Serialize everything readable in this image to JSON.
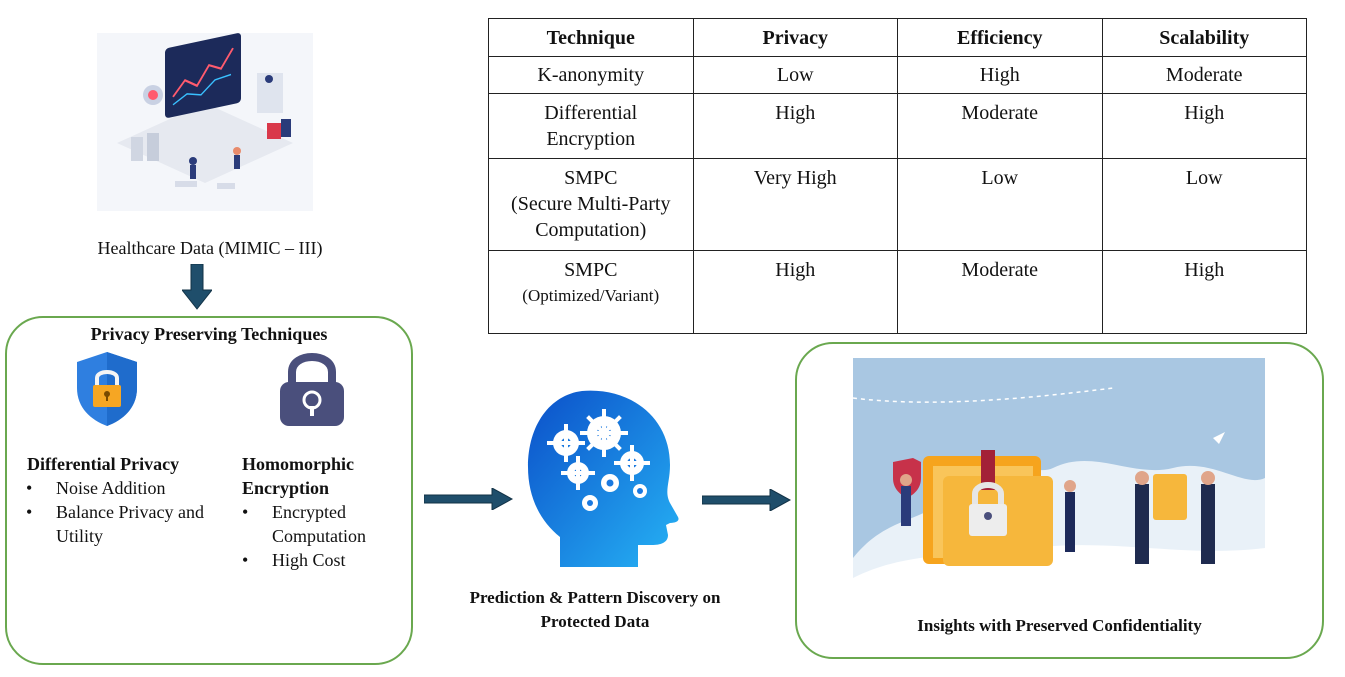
{
  "healthcare": {
    "label": "Healthcare Data (MIMIC – III)"
  },
  "privacy_box": {
    "title": "Privacy Preserving Techniques",
    "differential_privacy": {
      "title": "Differential Privacy",
      "bullets": [
        "Noise Addition",
        "Balance Privacy and Utility"
      ]
    },
    "homomorphic": {
      "title": "Homomorphic Encryption",
      "bullets": [
        "Encrypted Computation",
        "High Cost"
      ]
    }
  },
  "prediction": {
    "label_line1": "Prediction & Pattern Discovery on",
    "label_line2": "Protected Data"
  },
  "insights": {
    "label": "Insights with Preserved Confidentiality"
  },
  "table": {
    "headers": [
      "Technique",
      "Privacy",
      "Efficiency",
      "Scalability"
    ],
    "rows": [
      {
        "technique": "K-anonymity",
        "privacy": "Low",
        "efficiency": "High",
        "scalability": "Moderate"
      },
      {
        "technique_line1": "Differential",
        "technique_line2": "Encryption",
        "privacy": "High",
        "efficiency": "Moderate",
        "scalability": "High"
      },
      {
        "technique_line1": "SMPC",
        "technique_line2": "(Secure Multi-Party",
        "technique_line3": "Computation)",
        "privacy": "Very High",
        "efficiency": "Low",
        "scalability": "Low"
      },
      {
        "technique_line1": "SMPC",
        "technique_line2": "(Optimized/Variant)",
        "privacy": "High",
        "efficiency": "Moderate",
        "scalability": "High"
      }
    ]
  },
  "colors": {
    "box_border": "#6aa84f",
    "arrow": "#1f4e6b",
    "shield": "#2f7fe0",
    "padlock": "#4a4f7c",
    "head": "#1e88e5",
    "folder": "#f6b73c"
  },
  "icons": {
    "shield": "shield-lock-icon",
    "padlock": "padlock-icon",
    "head": "brain-gears-icon"
  }
}
